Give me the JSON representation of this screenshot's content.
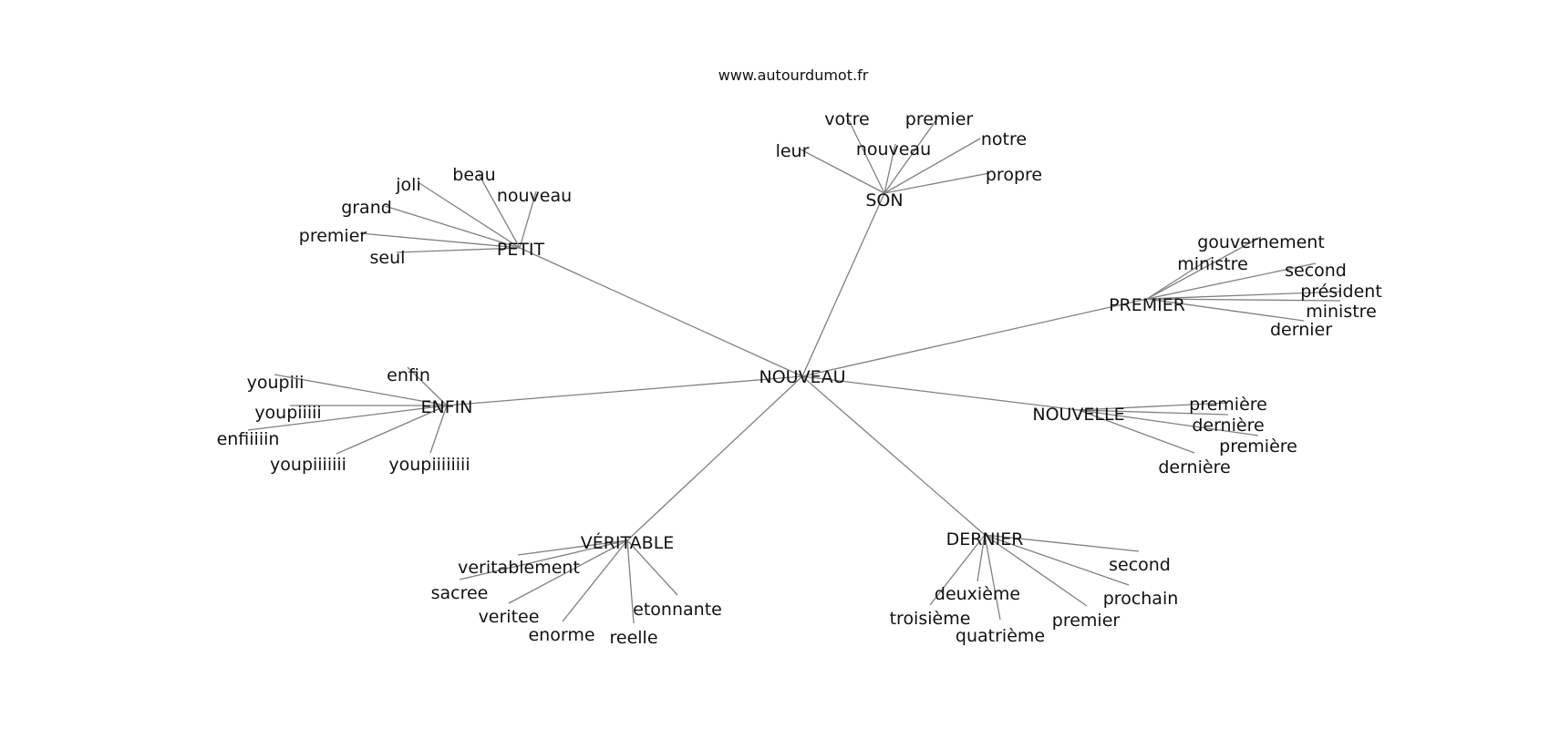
{
  "source": "www.autourdumot.fr",
  "center": "NOUVEAU",
  "clusters": [
    {
      "id": "petit",
      "word": "PETIT",
      "leaves": [
        "beau",
        "joli",
        "grand",
        "premier",
        "seul",
        "nouveau"
      ]
    },
    {
      "id": "son",
      "word": "SON",
      "leaves": [
        "leur",
        "votre",
        "nouveau",
        "premier",
        "notre",
        "propre"
      ]
    },
    {
      "id": "premier",
      "word": "PREMIER",
      "leaves": [
        "gouvernement",
        "ministre",
        "second",
        "président",
        "ministre",
        "dernier"
      ]
    },
    {
      "id": "nouvelle",
      "word": "NOUVELLE",
      "leaves": [
        "première",
        "dernière",
        "première",
        "dernière"
      ]
    },
    {
      "id": "dernier",
      "word": "DERNIER",
      "leaves": [
        "second",
        "prochain",
        "premier",
        "quatrième",
        "deuxième",
        "troisième"
      ]
    },
    {
      "id": "veritable",
      "word": "VÉRITABLE",
      "leaves": [
        "veritablement",
        "sacree",
        "veritee",
        "enorme",
        "reelle",
        "etonnante"
      ]
    },
    {
      "id": "enfin",
      "word": "ENFIN",
      "leaves": [
        "enfin",
        "youpiii",
        "youpiiiii",
        "enfiiiiin",
        "youpiiiiiii",
        "youpiiiiiiii"
      ]
    }
  ]
}
